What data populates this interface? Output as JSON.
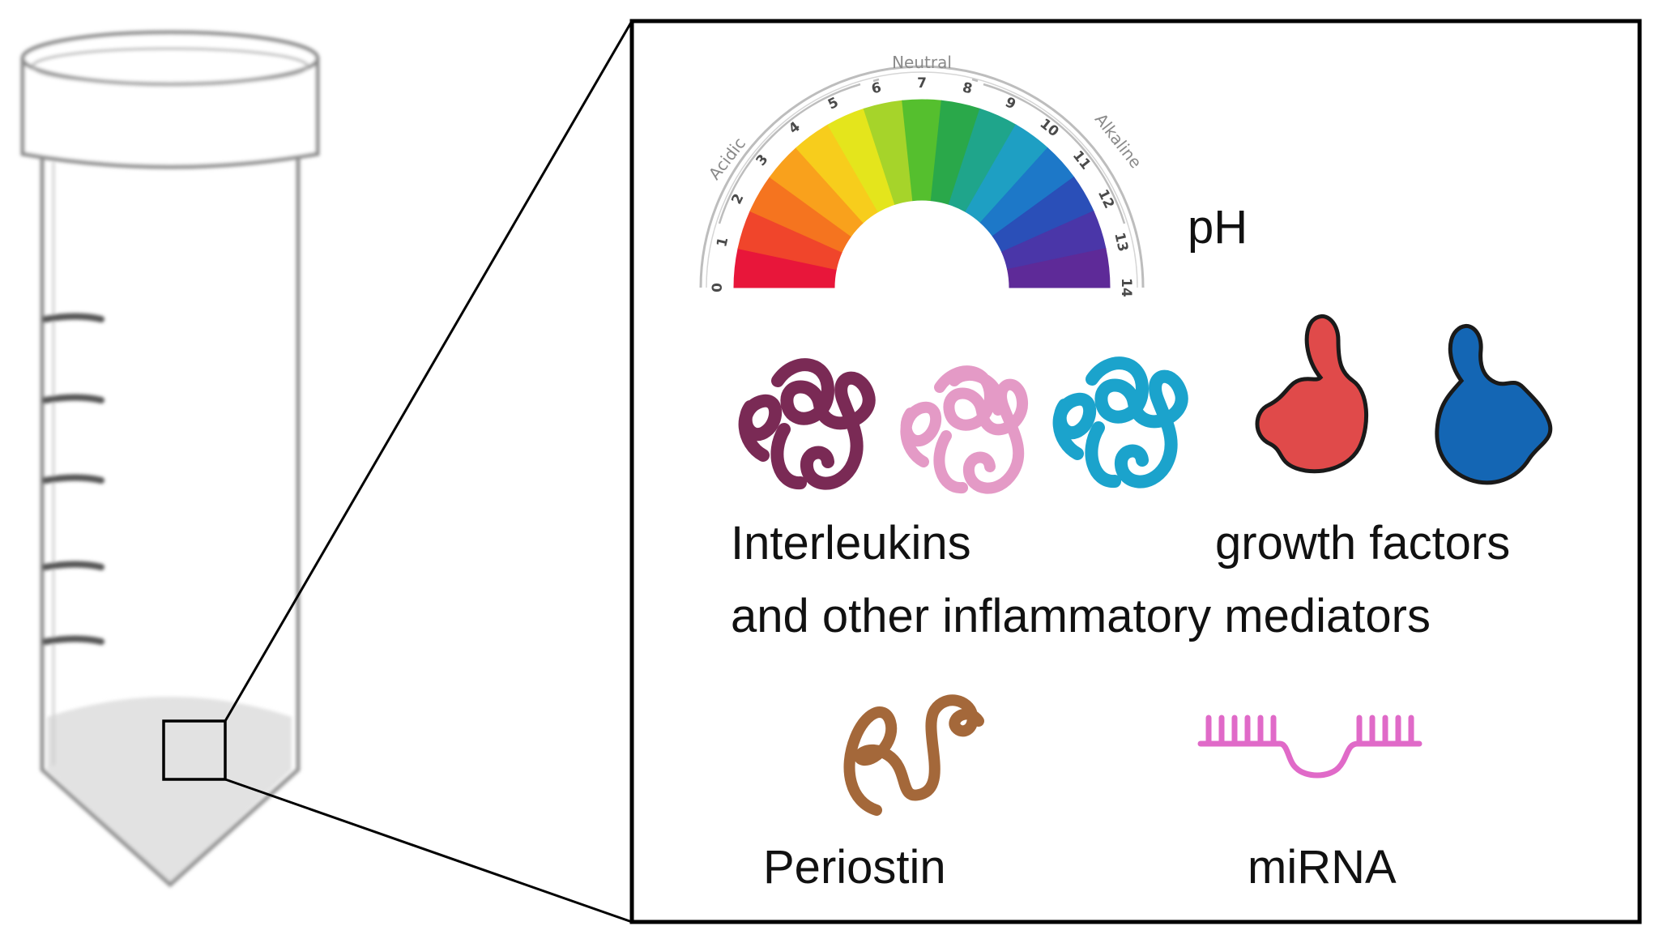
{
  "ph": {
    "label": "pH",
    "scale_numbers": [
      "0",
      "1",
      "2",
      "3",
      "4",
      "5",
      "6",
      "7",
      "8",
      "9",
      "10",
      "11",
      "12",
      "13",
      "14"
    ],
    "band_labels": {
      "acidic": "Acidic",
      "neutral": "Neutral",
      "alkaline": "Alkaline"
    },
    "scale_colors": [
      "#e8163a",
      "#f0452b",
      "#f5741f",
      "#f9a11c",
      "#f7cd1c",
      "#e4e51c",
      "#a6d42a",
      "#55bf2e",
      "#2aa84a",
      "#1fa58b",
      "#1e9fc3",
      "#1d78c8",
      "#2a4fb8",
      "#4a36a8",
      "#5e2a98"
    ]
  },
  "molecules": {
    "interleukin_colors": [
      "#7a2a55",
      "#e49ac6",
      "#1ba3cc"
    ],
    "growth_factor_colors": [
      "#e04a4a",
      "#1466b4"
    ],
    "periostin_color": "#a4683a",
    "mirna_color": "#e06ac8"
  },
  "labels": {
    "interleukins": "Interleukins",
    "growth_factors": "growth factors",
    "mediators": "and other inflammatory mediators",
    "periostin": "Periostin",
    "mirna": "miRNA"
  }
}
